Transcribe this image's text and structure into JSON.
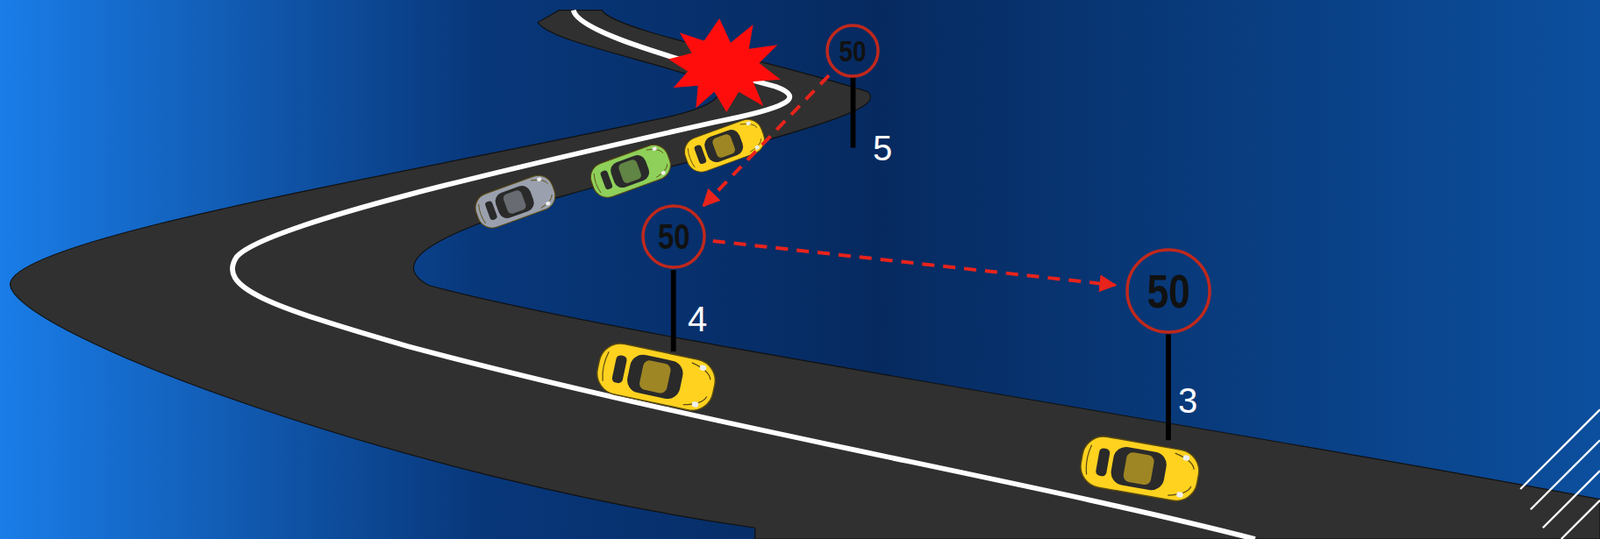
{
  "diagram": {
    "nodes": [
      {
        "text": [
          "50"
        ]
      },
      {
        "text": [
          "50"
        ]
      },
      {
        "text": [
          "50"
        ]
      }
    ],
    "edges": [
      {
        "from": 0,
        "to": 1,
        "arrow": "to"
      },
      {
        "from": 1,
        "to": 2,
        "arrow": "to"
      }
    ],
    "labels": [
      "5",
      "4",
      "3"
    ]
  }
}
